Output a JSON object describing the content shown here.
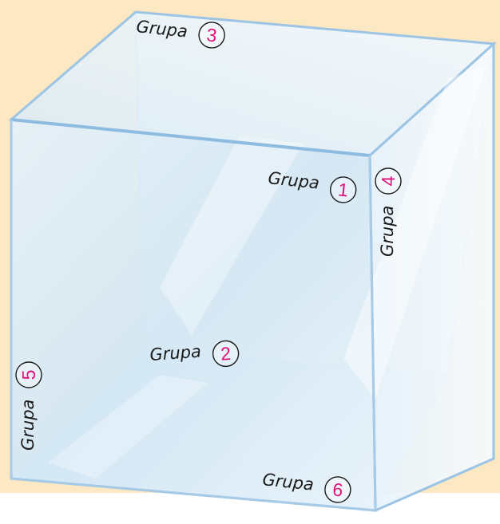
{
  "colors": {
    "background": "#fce8c2",
    "glass_face": "#dcecf8",
    "glass_edge": "#9cc4e4",
    "label_number": "#e0127a"
  },
  "labels": [
    {
      "id": "g1",
      "text": "Grupa",
      "number": "1"
    },
    {
      "id": "g2",
      "text": "Grupa",
      "number": "2"
    },
    {
      "id": "g3",
      "text": "Grupa",
      "number": "3"
    },
    {
      "id": "g4",
      "text": "Grupa",
      "number": "4"
    },
    {
      "id": "g5",
      "text": "Grupa",
      "number": "5"
    },
    {
      "id": "g6",
      "text": "Grupa",
      "number": "6"
    }
  ]
}
